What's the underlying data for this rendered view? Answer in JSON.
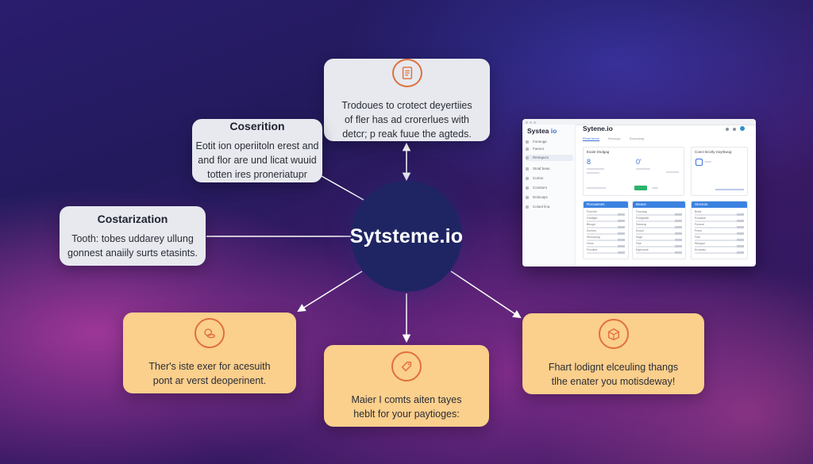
{
  "hub": {
    "label": "Sytsteme.io"
  },
  "nodes": {
    "top": {
      "icon": "document-icon",
      "text_lines": [
        "Trodoues to crotect deyertiies",
        "of fler has ad crorerlues with",
        "detcr; p reak fuue the agteds."
      ]
    },
    "coserition": {
      "title": "Coserition",
      "text_lines": [
        "Eotit ion operiitoln erest and",
        "and flor are und licat wuuid",
        "totten ires proneriatupr"
      ]
    },
    "costarization": {
      "title": "Costarization",
      "text_lines": [
        "Tooth: tobes uddarey ullung",
        "gonnest anaiily surts etasints."
      ]
    },
    "bottom_left": {
      "icon": "coins-icon",
      "text_lines": [
        "Ther's iste exer for acesuith",
        "pont ar verst deoperinent."
      ]
    },
    "bottom_center": {
      "icon": "tag-icon",
      "text_lines": [
        "Maier I comts aiten tayes",
        "heblt for your paytioges:"
      ]
    },
    "bottom_right": {
      "icon": "box-icon",
      "text_lines": [
        "Fhart lodignt elceuling thangs",
        "tlhe enater you motisdeway!"
      ]
    }
  },
  "dashboard": {
    "logo_main": "Systea",
    "logo_accent": " io",
    "title": "Sytene.io",
    "sidebar_items": [
      "Foneuge",
      "Faenor",
      "Resegucs",
      "Stoaf beas",
      "Cortos",
      "Coosturs",
      "Dolocaps",
      "Coluet lina"
    ],
    "tabs": [
      "Fimel Ionce",
      "Bossugo",
      "Bouadpag"
    ],
    "cards": {
      "left": {
        "title": "Exale Dndgag",
        "num_a": "8",
        "num_b": "0'"
      },
      "right": {
        "title": "Coect lecctly Soyrtiwug"
      }
    },
    "panels": [
      {
        "title": "Rocuaeses",
        "rows": [
          "Fonchet",
          "Gradiger",
          "Bisugd",
          "Ecenes",
          "Seouauing",
          "Fecto",
          "Fuvolme"
        ]
      },
      {
        "title": "Beaos",
        "rows": [
          "Foucahg",
          "Pusigioaltr",
          "Sotwerg",
          "Ecusd",
          "Soge",
          "Fiae",
          "Egecoune"
        ]
      },
      {
        "title": "Stocnos",
        "rows": [
          "Brefa",
          "Ecuaane",
          "Fuwcoe",
          "Frons",
          "Fiae",
          "Rieegue",
          "Kroueaio"
        ]
      }
    ]
  }
}
